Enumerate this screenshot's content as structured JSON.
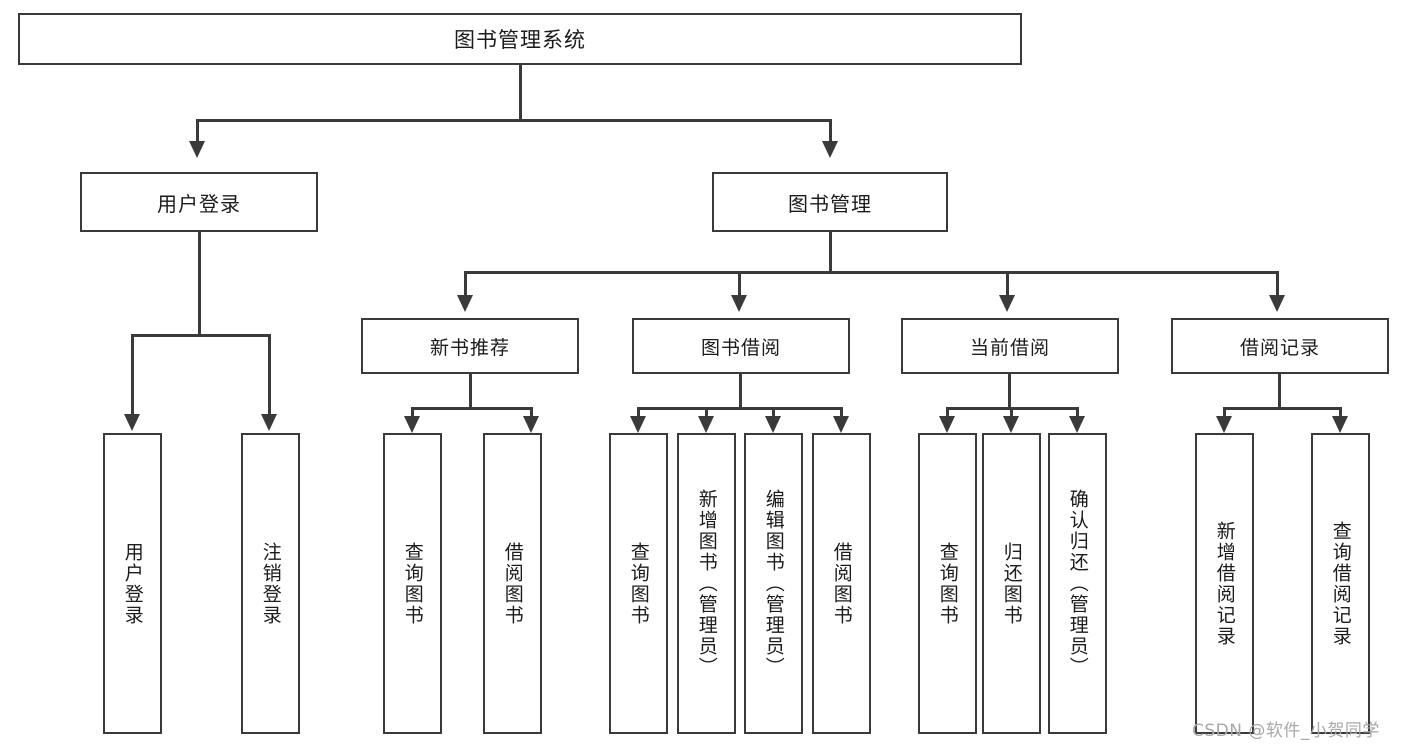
{
  "diagram": {
    "title": "图书管理系统",
    "type": "tree",
    "root": {
      "label": "图书管理系统"
    },
    "level1": [
      {
        "label": "用户登录"
      },
      {
        "label": "图书管理"
      }
    ],
    "level2": [
      {
        "label": "新书推荐"
      },
      {
        "label": "图书借阅"
      },
      {
        "label": "当前借阅"
      },
      {
        "label": "借阅记录"
      }
    ],
    "leaves": {
      "user_login": [
        {
          "label": "用户登录"
        },
        {
          "label": "注销登录"
        }
      ],
      "new_book_recommend": [
        {
          "label": "查询图书"
        },
        {
          "label": "借阅图书"
        }
      ],
      "book_borrow": [
        {
          "label": "查询图书"
        },
        {
          "label": "新增图书（管理员）"
        },
        {
          "label": "编辑图书（管理员）"
        },
        {
          "label": "借阅图书"
        }
      ],
      "current_borrow": [
        {
          "label": "查询图书"
        },
        {
          "label": "归还图书"
        },
        {
          "label": "确认归还（管理员）"
        }
      ],
      "borrow_record": [
        {
          "label": "新增借阅记录"
        },
        {
          "label": "查询借阅记录"
        }
      ]
    }
  },
  "watermark": {
    "text": "CSDN @软件_小贺同学"
  },
  "colors": {
    "stroke": "#3a3a3a",
    "text": "#1b1b1b",
    "background": "#ffffff",
    "watermark": "#a8a8a8"
  }
}
